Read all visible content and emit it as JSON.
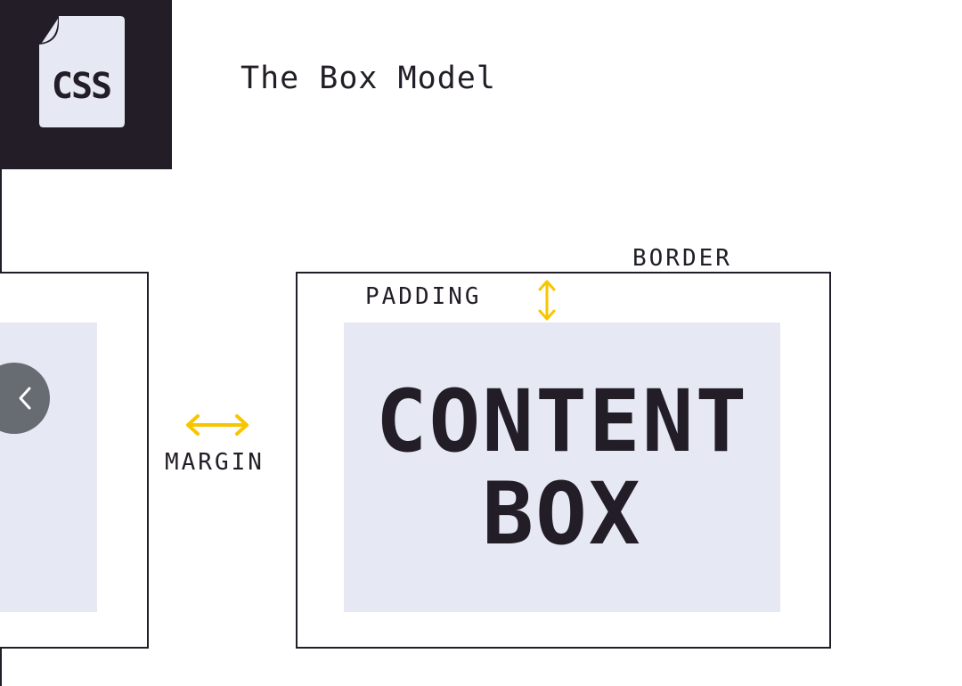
{
  "header": {
    "logo_text": "CSS",
    "title": "The Box Model"
  },
  "diagram": {
    "border_label": "BORDER",
    "padding_label": "PADDING",
    "margin_label": "MARGIN",
    "content_line1": "CONTENT",
    "content_line2": "BOX"
  },
  "navigation": {
    "prev_icon": "chevron-left-icon"
  },
  "colors": {
    "dark": "#221d26",
    "content_fill": "#e6e8f4",
    "arrow_accent": "#f7c600",
    "nav_button": "#676b72"
  }
}
